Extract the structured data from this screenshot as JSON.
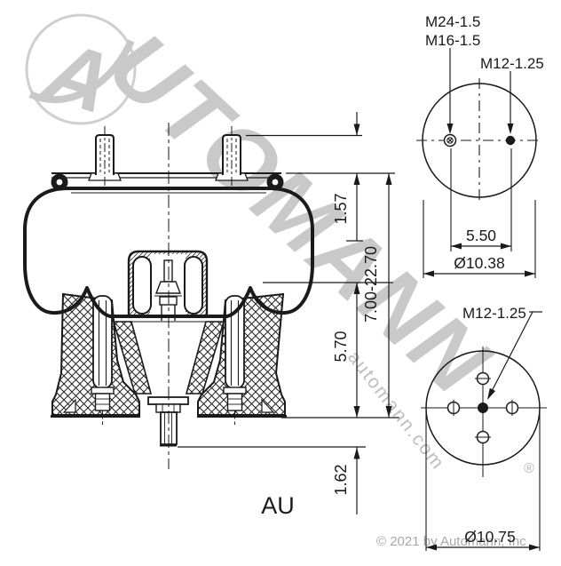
{
  "drawing": {
    "product_label": "AU",
    "copyright": "© 2021 by Automann, Inc"
  },
  "watermark": {
    "logo_letter": "A",
    "brand_letters": "UTOMANN",
    "website": "automann.com",
    "registered_mark": "®"
  },
  "side_view": {
    "dim_top_plate_to_stud_top": "1.57",
    "dim_overall_height_range": "7.00-22.70",
    "dim_piston_height": "5.70",
    "dim_lower_stud_length": "1.62"
  },
  "top_view": {
    "air_fitting_thread_primary": "M24-1.5",
    "air_fitting_thread_secondary": "M16-1.5",
    "mounting_stud_thread": "M12-1.25",
    "stud_to_fitting_spacing": "5.50",
    "top_plate_diameter": "Ø10.38"
  },
  "bottom_view": {
    "center_stud_thread": "M12-1.25",
    "piston_diameter": "Ø10.75"
  },
  "colors": {
    "line": "#1a1a1a",
    "watermark": "#c9c9c9",
    "copyright_gray": "#a8a8a8",
    "background": "#ffffff"
  }
}
